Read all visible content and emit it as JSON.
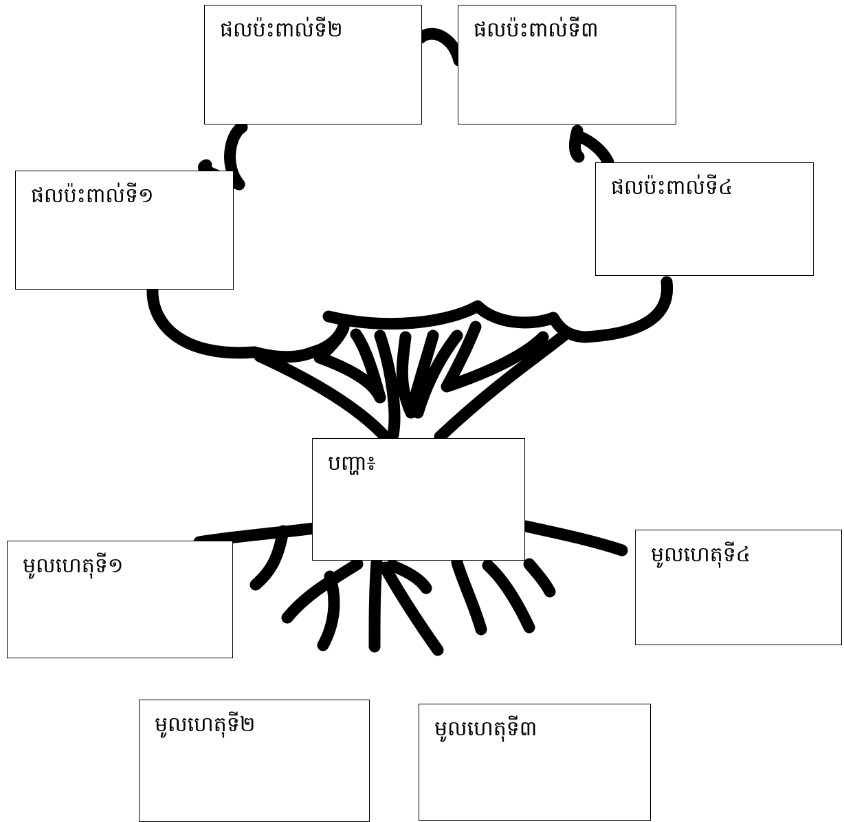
{
  "problem": {
    "label": "បញ្ហា៖"
  },
  "effects": [
    {
      "label": "ផលប៉ះពាល់ទី១"
    },
    {
      "label": "ផលប៉ះពាល់ទី២"
    },
    {
      "label": "ផលប៉ះពាល់ទី៣"
    },
    {
      "label": "ផលប៉ះពាល់ទី៤"
    }
  ],
  "causes": [
    {
      "label": "មូលហេតុទី១"
    },
    {
      "label": "មូលហេតុទី២"
    },
    {
      "label": "មូលហេតុទី៣"
    },
    {
      "label": "មូលហេតុទី៤"
    }
  ],
  "colors": {
    "stroke": "#000000",
    "background": "#ffffff"
  }
}
